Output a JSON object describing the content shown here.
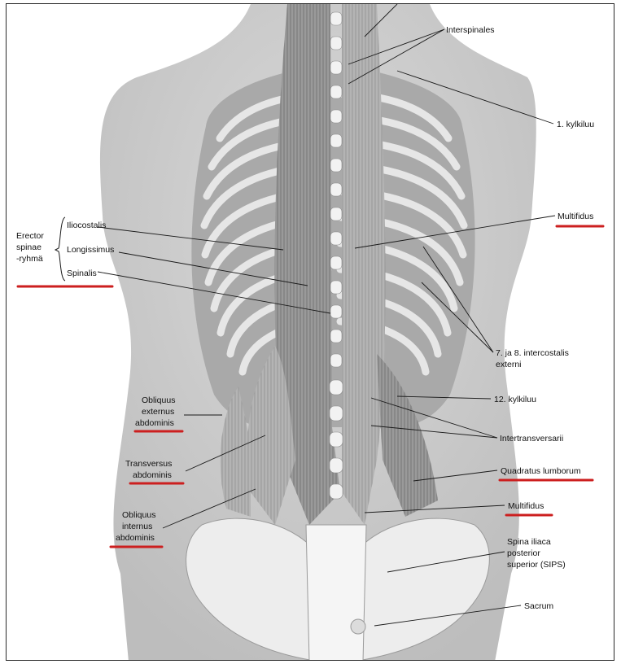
{
  "labels": {
    "interspinales": "Interspinales",
    "rib_1": "1. kylkiluu",
    "multifidus_upper": "Multifidus",
    "intercostalis_line1": "7. ja 8. intercostalis",
    "intercostalis_line2": "externi",
    "rib_12": "12. kylkiluu",
    "intertransversarii": "Intertransversarii",
    "quadratus_lumborum": "Quadratus lumborum",
    "multifidus_lower": "Multifidus",
    "sips_line1": "Spina iliaca",
    "sips_line2": "posterior",
    "sips_line3": "superior (SIPS)",
    "sacrum": "Sacrum",
    "erector_line1": "Erector",
    "erector_line2": "spinae",
    "erector_line3": "-ryhmä",
    "iliocostalis": "Iliocostalis",
    "longissimus": "Longissimus",
    "spinalis": "Spinalis",
    "obl_ext_line1": "Obliquus",
    "obl_ext_line2": "externus",
    "obl_ext_line3": "abdominis",
    "transversus_line1": "Transversus",
    "transversus_line2": "abdominis",
    "obl_int_line1": "Obliquus",
    "obl_int_line2": "internus",
    "obl_int_line3": "abdominis"
  },
  "colors": {
    "underline": "#cc1f1f",
    "body": "#c9c9c9",
    "muscle": "#8d8d8d",
    "bone": "#ececec"
  }
}
